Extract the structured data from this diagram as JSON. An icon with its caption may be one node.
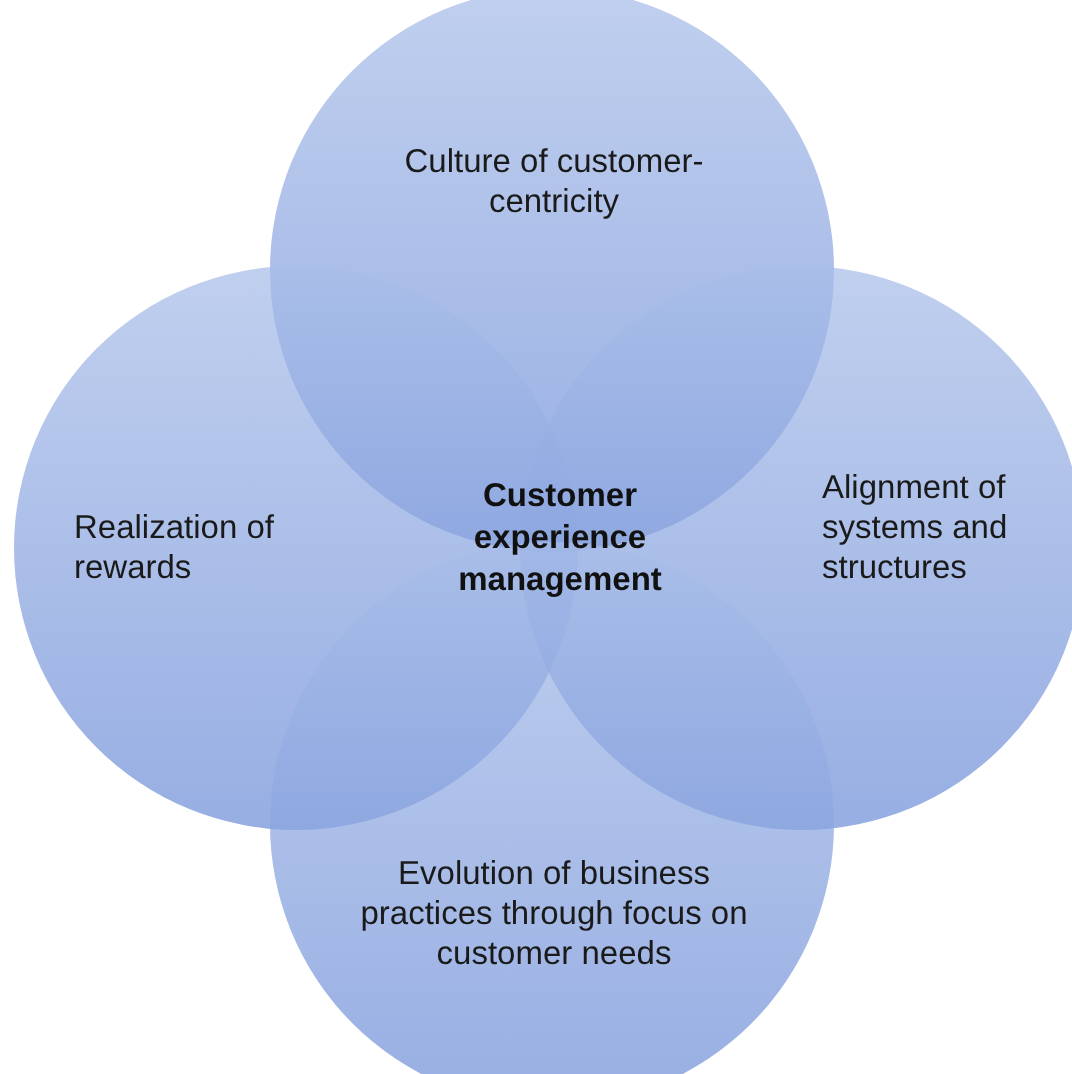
{
  "diagram": {
    "nodes": [
      {
        "text": [
          "Culture of customer-centricity"
        ]
      },
      {
        "text": [
          "Realization of rewards"
        ]
      },
      {
        "text": [
          "Alignment of systems and structures"
        ]
      },
      {
        "text": [
          "Evolution of business practices through focus on customer needs"
        ]
      }
    ],
    "labels": [
      "Customer experience management"
    ]
  }
}
